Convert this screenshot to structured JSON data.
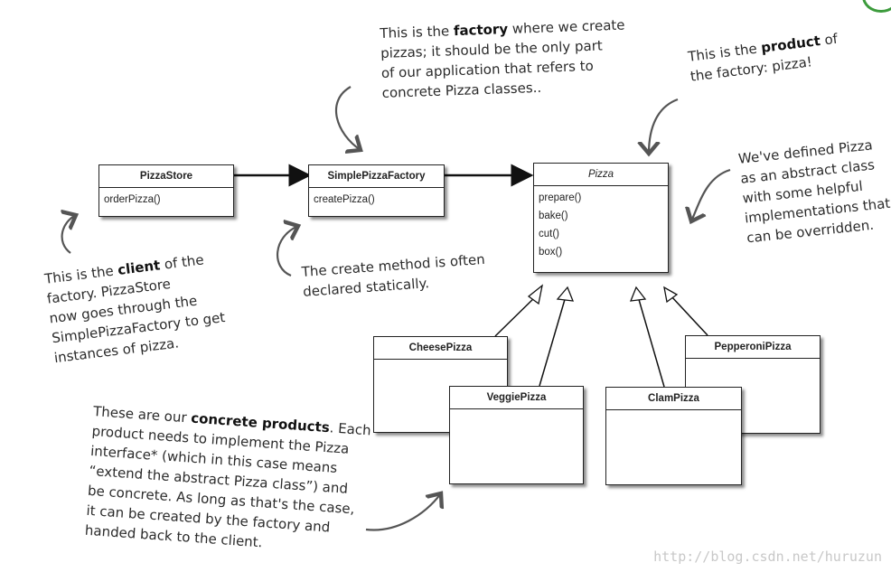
{
  "classes": {
    "pizza_store": {
      "name": "PizzaStore",
      "ops": [
        "orderPizza()"
      ]
    },
    "simple_pizza_factory": {
      "name": "SimplePizzaFactory",
      "ops": [
        "createPizza()"
      ]
    },
    "pizza": {
      "name": "Pizza",
      "ops": [
        "prepare()",
        "bake()",
        "cut()",
        "box()"
      ]
    },
    "cheese_pizza": {
      "name": "CheesePizza"
    },
    "veggie_pizza": {
      "name": "VeggiePizza"
    },
    "clam_pizza": {
      "name": "ClamPizza"
    },
    "pepperoni_pizza": {
      "name": "PepperoniPizza"
    }
  },
  "notes": {
    "factory": {
      "pre": "This is the ",
      "bold": "factory",
      "post": " where we create",
      "lines": [
        "pizzas; it should be the only part",
        "of our application that refers to",
        "concrete Pizza classes.."
      ]
    },
    "product": {
      "pre": "This is the ",
      "bold": "product",
      "post": " of",
      "lines": [
        "the factory: pizza!"
      ]
    },
    "abstract": {
      "lines": [
        "We've defined Pizza",
        "as an abstract class",
        "with some helpful",
        "implementations that",
        "can be overridden."
      ]
    },
    "client": {
      "pre": "This is the ",
      "bold": "client",
      "post": " of the",
      "lines": [
        "factory. PizzaStore",
        "now goes through the",
        "SimplePizzaFactory to get",
        "instances of pizza."
      ]
    },
    "static": {
      "lines": [
        "The create method is often",
        "declared statically."
      ]
    },
    "concrete": {
      "pre": "These are our ",
      "bold": "concrete products",
      "post": ".  Each",
      "lines": [
        "product needs to implement the Pizza",
        "interface* (which in this case means",
        "“extend the abstract Pizza class”) and",
        "be concrete.  As long as that's the case,",
        "it can be created by the factory and",
        "handed back to the client."
      ]
    }
  },
  "watermark": "http://blog.csdn.net/huruzun"
}
